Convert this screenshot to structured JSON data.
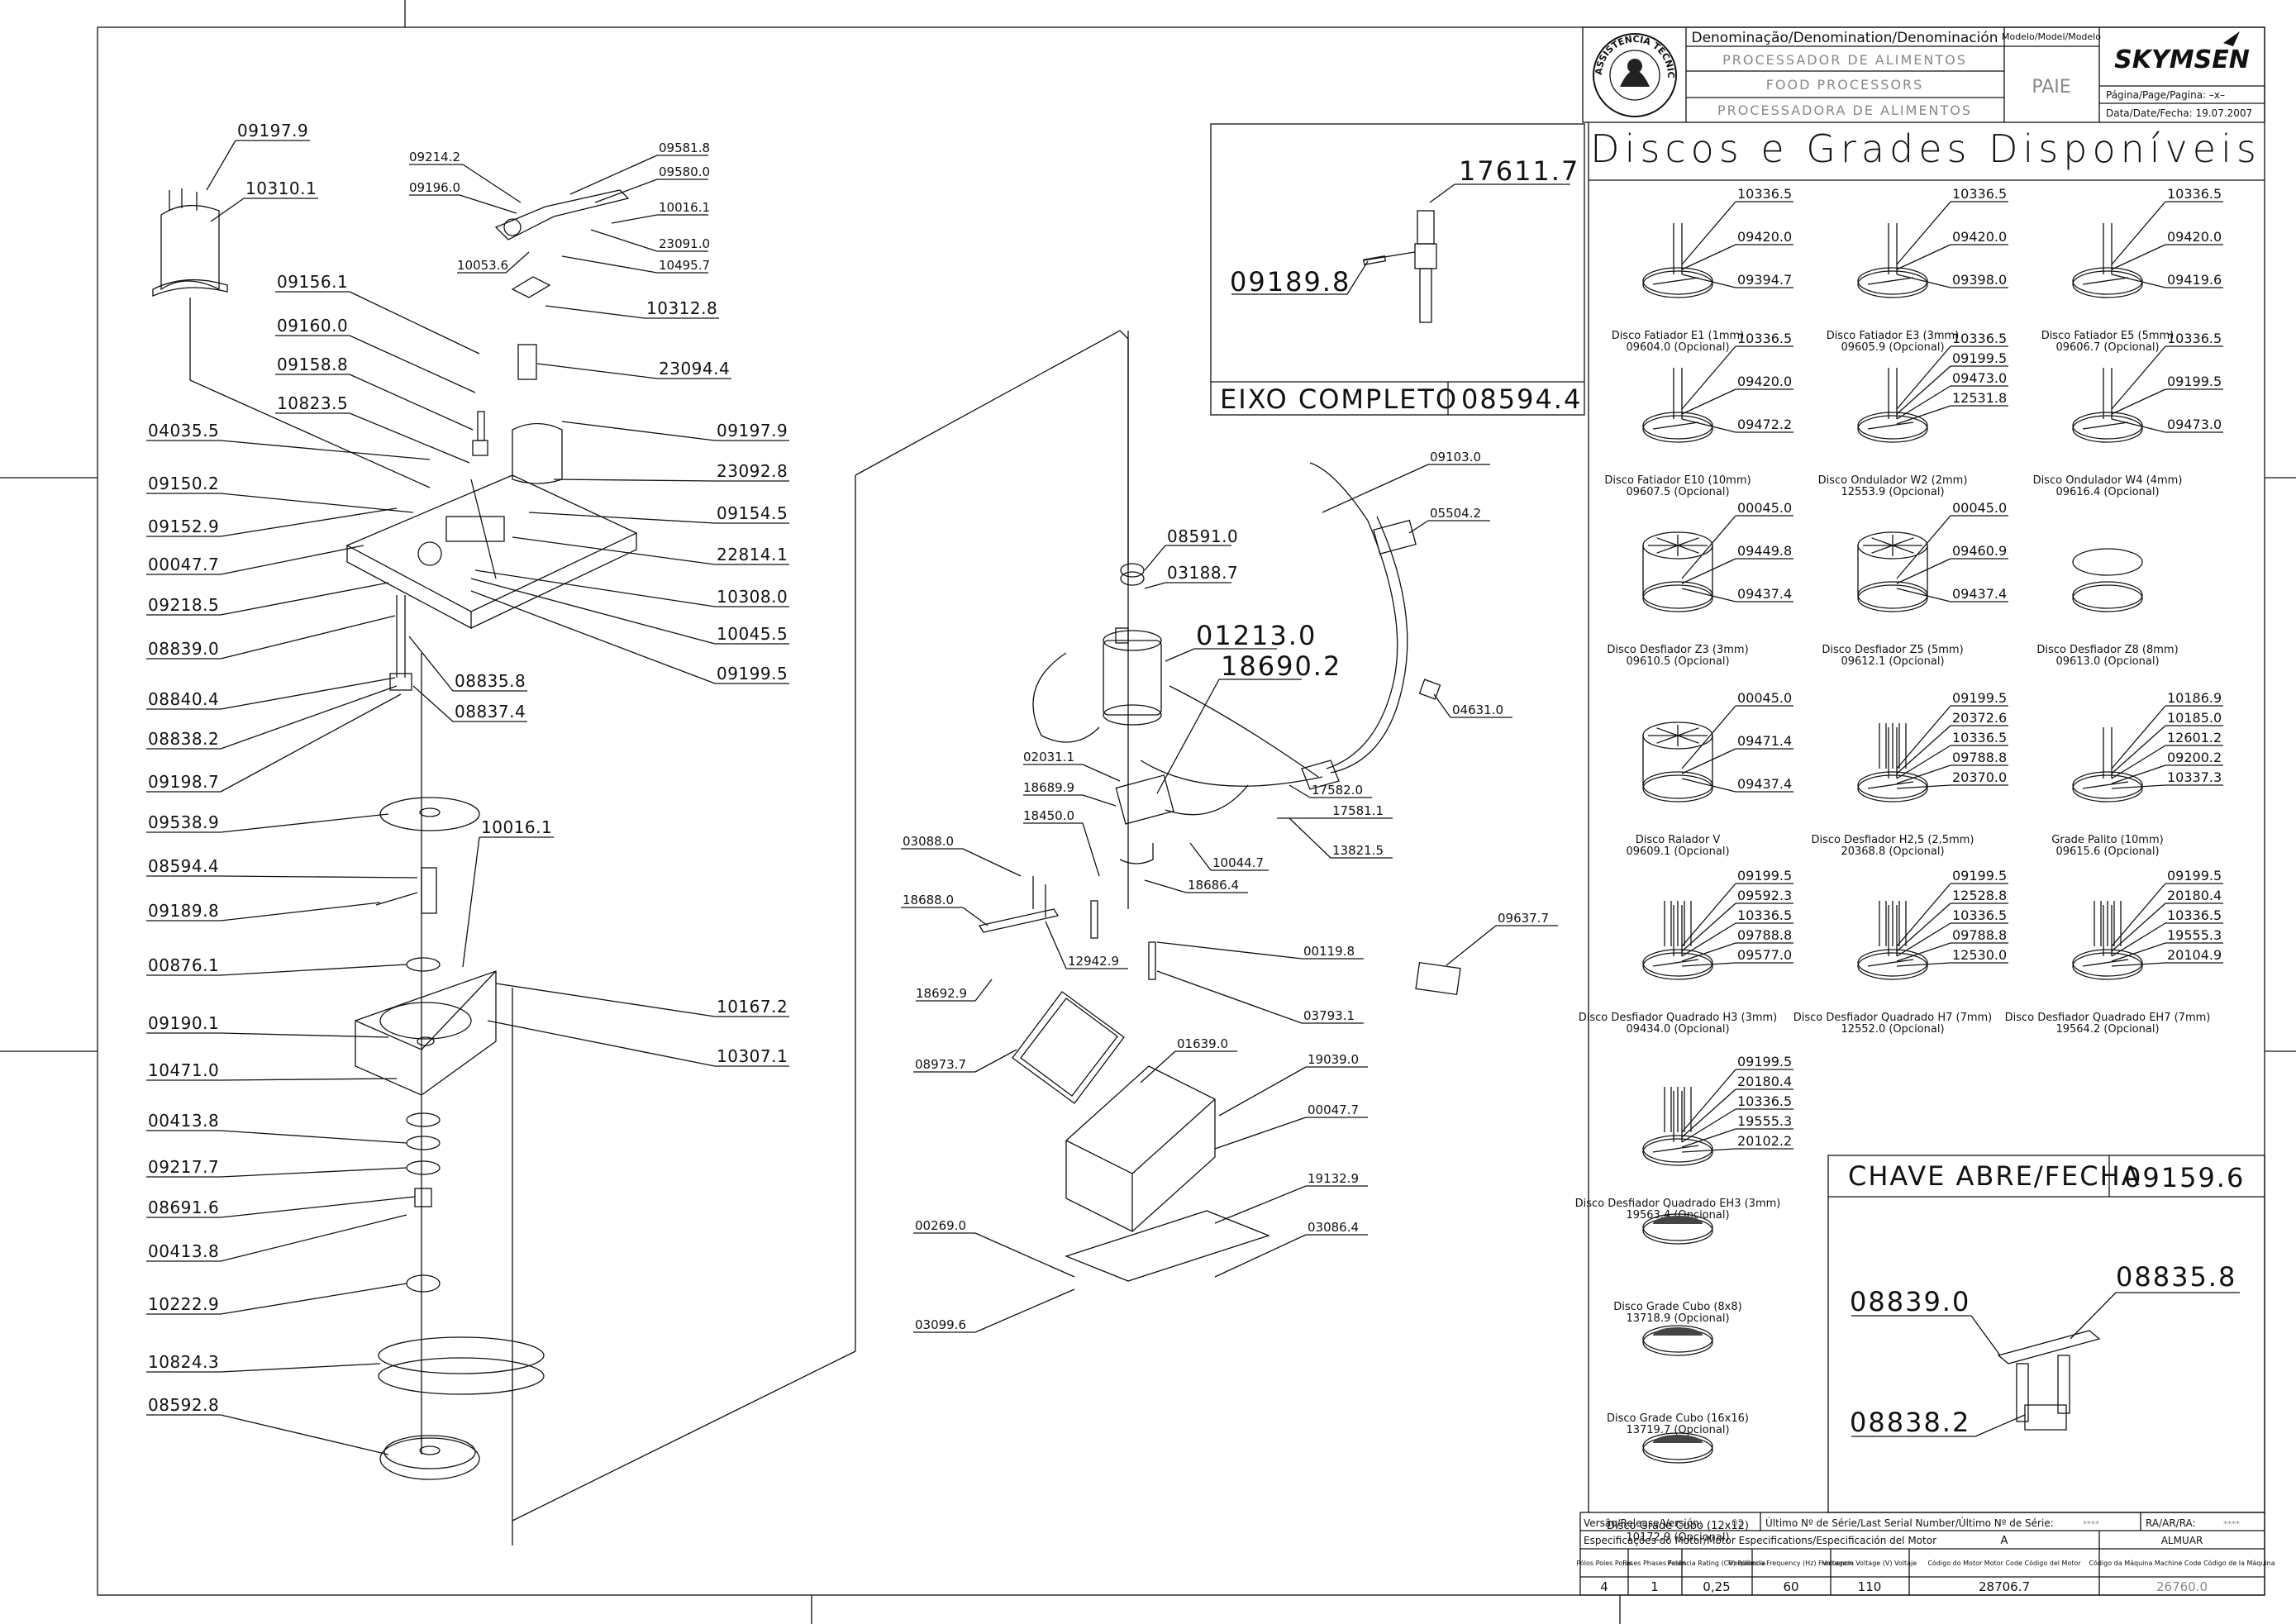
{
  "title_block": {
    "denomination_header": "Denominação/Denomination/Denominación",
    "names": [
      "PROCESSADOR DE ALIMENTOS",
      "FOOD PROCESSORS",
      "PROCESSADORA DE ALIMENTOS"
    ],
    "model_header": "Modelo/Model/Modelo",
    "model": "PAIE",
    "brand": "SKYMSEN",
    "page_label": "Página/Page/Pagina: –x–",
    "date_label": "Data/Date/Fecha: 19.07.2007",
    "seal_text": "ASSISTÊNCIA TÉCNICA AUTORIZADA"
  },
  "available_discs_title": "Discos e Grades Disponíveis",
  "axle_box": {
    "title": "EIXO COMPLETO",
    "code": "08594.4",
    "parts": [
      "17611.7",
      "09189.8"
    ]
  },
  "switch_box": {
    "title": "CHAVE ABRE/FECHA",
    "code": "09159.6",
    "parts": [
      "08839.0",
      "08835.8",
      "08838.2"
    ]
  },
  "left_assembly_labels": [
    "09197.9",
    "10310.1",
    "09214.2",
    "09196.0",
    "09581.8",
    "09580.0",
    "10016.1",
    "23091.0",
    "10053.6",
    "10495.7",
    "10312.8",
    "23094.4",
    "09156.1",
    "09160.0",
    "09158.8",
    "10823.5",
    "04035.5",
    "09197.9",
    "23092.8",
    "09150.2",
    "09154.5",
    "09152.9",
    "22814.1",
    "00047.7",
    "10308.0",
    "09218.5",
    "10045.5",
    "08839.0",
    "09199.5",
    "08835.8",
    "08840.4",
    "08837.4",
    "08838.2",
    "09198.7",
    "09538.9",
    "10016.1",
    "08594.4",
    "09189.8",
    "00876.1",
    "09190.1",
    "10167.2",
    "10471.0",
    "10307.1",
    "00413.8",
    "09217.7",
    "08691.6",
    "00413.8",
    "10222.9",
    "10824.3",
    "08592.8"
  ],
  "center_assembly_labels": [
    "08591.0",
    "03188.7",
    "01213.0",
    "18690.2",
    "02031.1",
    "18689.9",
    "18450.0",
    "17582.0",
    "17581.1",
    "13821.5",
    "10044.7",
    "18686.4",
    "03088.0",
    "18688.0",
    "12942.9",
    "18692.9",
    "00119.8",
    "03793.1",
    "08973.7",
    "01639.0",
    "19039.0",
    "00047.7",
    "19132.9",
    "00269.0",
    "03086.4",
    "03099.6",
    "09103.0",
    "05504.2",
    "04631.0",
    "09637.7"
  ],
  "discs": [
    {
      "name": "Disco Fatiador E1 (1mm)",
      "code": "09604.0 (Opcional)",
      "parts": [
        "10336.5",
        "09420.0",
        "09394.7"
      ]
    },
    {
      "name": "Disco Fatiador E3 (3mm)",
      "code": "09605.9 (Opcional)",
      "parts": [
        "10336.5",
        "09420.0",
        "09398.0"
      ]
    },
    {
      "name": "Disco Fatiador E5 (5mm)",
      "code": "09606.7 (Opcional)",
      "parts": [
        "10336.5",
        "09420.0",
        "09419.6"
      ]
    },
    {
      "name": "Disco Fatiador E10 (10mm)",
      "code": "09607.5 (Opcional)",
      "parts": [
        "10336.5",
        "09420.0",
        "09472.2"
      ]
    },
    {
      "name": "Disco Ondulador W2 (2mm)",
      "code": "12553.9 (Opcional)",
      "parts": [
        "10336.5",
        "09199.5",
        "09473.0",
        "12531.8"
      ]
    },
    {
      "name": "Disco Ondulador W4 (4mm)",
      "code": "09616.4 (Opcional)",
      "parts": [
        "10336.5",
        "09199.5",
        "09473.0"
      ]
    },
    {
      "name": "Disco Desfiador Z3 (3mm)",
      "code": "09610.5 (Opcional)",
      "parts": [
        "00045.0",
        "09449.8",
        "09437.4"
      ]
    },
    {
      "name": "Disco Desfiador Z5 (5mm)",
      "code": "09612.1 (Opcional)",
      "parts": [
        "00045.0",
        "09460.9",
        "09437.4"
      ]
    },
    {
      "name": "Disco Desfiador Z8 (8mm)",
      "code": "09613.0 (Opcional)",
      "parts": []
    },
    {
      "name": "Disco Ralador V",
      "code": "09609.1 (Opcional)",
      "parts": [
        "00045.0",
        "09471.4",
        "09437.4"
      ]
    },
    {
      "name": "Disco Desfiador H2,5 (2,5mm)",
      "code": "20368.8 (Opcional)",
      "parts": [
        "09199.5",
        "20372.6",
        "10336.5",
        "09788.8",
        "20370.0"
      ]
    },
    {
      "name": "Grade Palito (10mm)",
      "code": "09615.6 (Opcional)",
      "parts": [
        "10186.9",
        "10185.0",
        "12601.2",
        "09200.2",
        "10337.3"
      ]
    },
    {
      "name": "Disco Desfiador Quadrado H3 (3mm)",
      "code": "09434.0 (Opcional)",
      "parts": [
        "09199.5",
        "09592.3",
        "10336.5",
        "09788.8",
        "09577.0"
      ]
    },
    {
      "name": "Disco Desfiador Quadrado H7 (7mm)",
      "code": "12552.0 (Opcional)",
      "parts": [
        "09199.5",
        "12528.8",
        "10336.5",
        "09788.8",
        "12530.0"
      ]
    },
    {
      "name": "Disco Desfiador Quadrado EH7 (7mm)",
      "code": "19564.2 (Opcional)",
      "parts": [
        "09199.5",
        "20180.4",
        "10336.5",
        "19555.3",
        "20104.9"
      ]
    },
    {
      "name": "Disco Desfiador Quadrado EH3 (3mm)",
      "code": "19563.4 (Opcional)",
      "parts": [
        "09199.5",
        "20180.4",
        "10336.5",
        "19555.3",
        "20102.2"
      ]
    },
    {
      "name": "Disco Grade Cubo (8x8)",
      "code": "13718.9 (Opcional)",
      "parts": []
    },
    {
      "name": "Disco Grade Cubo (16x16)",
      "code": "13719.7 (Opcional)",
      "parts": []
    },
    {
      "name": "Disco Grade Cubo (12x12)",
      "code": "10172.9 (Opcional)",
      "parts": []
    }
  ],
  "bottom_table": {
    "version_label": "Versão/Release/Versión:",
    "version": "02",
    "serial_label": "Último Nº de Série/Last Serial Number/Último Nº de Série:",
    "serial": "****",
    "ra_label": "RA/AR/RA:",
    "ra": "****",
    "motor_spec_label": "Especificações do Motor/Motor Especifications/Especificación del Motor",
    "motor_variant": "A",
    "machine_variant": "ALMUAR",
    "headers": [
      "Pólos Poles Polos",
      "Fases Phases Fases",
      "Potência Rating (CV) Potencia",
      "Freqüência Frequency (Hz) Frecuencia",
      "Voltagem Voltage (V) Voltaje",
      "Código do Motor Motor Code Código del Motor",
      "Código da Máquina Machine Code Código de la Máquina"
    ],
    "values": [
      "4",
      "1",
      "0,25",
      "60",
      "110",
      "28706.7",
      "26760.0"
    ]
  }
}
